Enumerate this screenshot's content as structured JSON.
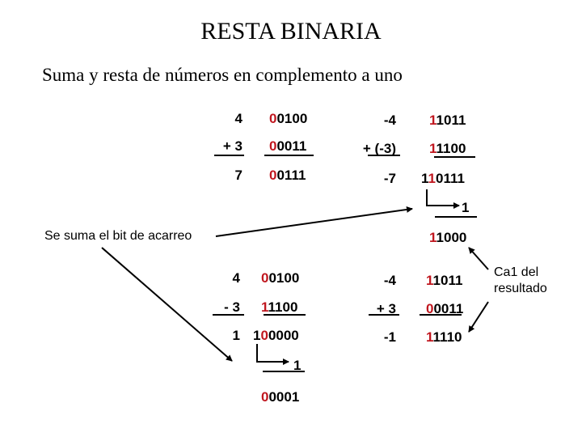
{
  "title": "RESTA BINARIA",
  "subtitle": "Suma y resta de números en complemento a uno",
  "colors": {
    "sign_bit": "#c0171f",
    "text": "#000000",
    "background": "#ffffff"
  },
  "example_top_left": {
    "rows": [
      {
        "decimal": "4",
        "binary_sign": "0",
        "binary_rest": "0100"
      },
      {
        "decimal": "+ 3",
        "binary_sign": "0",
        "binary_rest": "0011"
      },
      {
        "decimal": "7",
        "binary_sign": "0",
        "binary_rest": "0111"
      }
    ]
  },
  "example_top_right": {
    "rows": [
      {
        "decimal": "-4",
        "binary_sign": "1",
        "binary_rest": "1011"
      },
      {
        "decimal": "+ (-3)",
        "binary_sign": "1",
        "binary_rest": "1100"
      },
      {
        "decimal": "-7",
        "binary_prefix": "1",
        "binary_sign": "1",
        "binary_rest": "0111"
      }
    ],
    "carry": "1",
    "result_sign": "1",
    "result_rest": "1000"
  },
  "example_bottom_left": {
    "rows": [
      {
        "decimal": "4",
        "binary_sign": "0",
        "binary_rest": "0100"
      },
      {
        "decimal": "- 3",
        "binary_sign": "1",
        "binary_rest": "1100"
      },
      {
        "decimal": "1",
        "binary_prefix": "1",
        "binary_sign": "0",
        "binary_rest": "0000"
      }
    ],
    "carry": "1",
    "result_sign": "0",
    "result_rest": "0001"
  },
  "example_bottom_right": {
    "rows": [
      {
        "decimal": "-4",
        "binary_sign": "1",
        "binary_rest": "1011"
      },
      {
        "decimal": "+ 3",
        "binary_sign": "0",
        "binary_rest": "0011"
      },
      {
        "decimal": "-1",
        "binary_sign": "1",
        "binary_rest": "1110"
      }
    ]
  },
  "annotations": {
    "carry_note": "Se suma el bit de acarreo",
    "complement_note_line1": "Ca1 del",
    "complement_note_line2": "resultado"
  }
}
